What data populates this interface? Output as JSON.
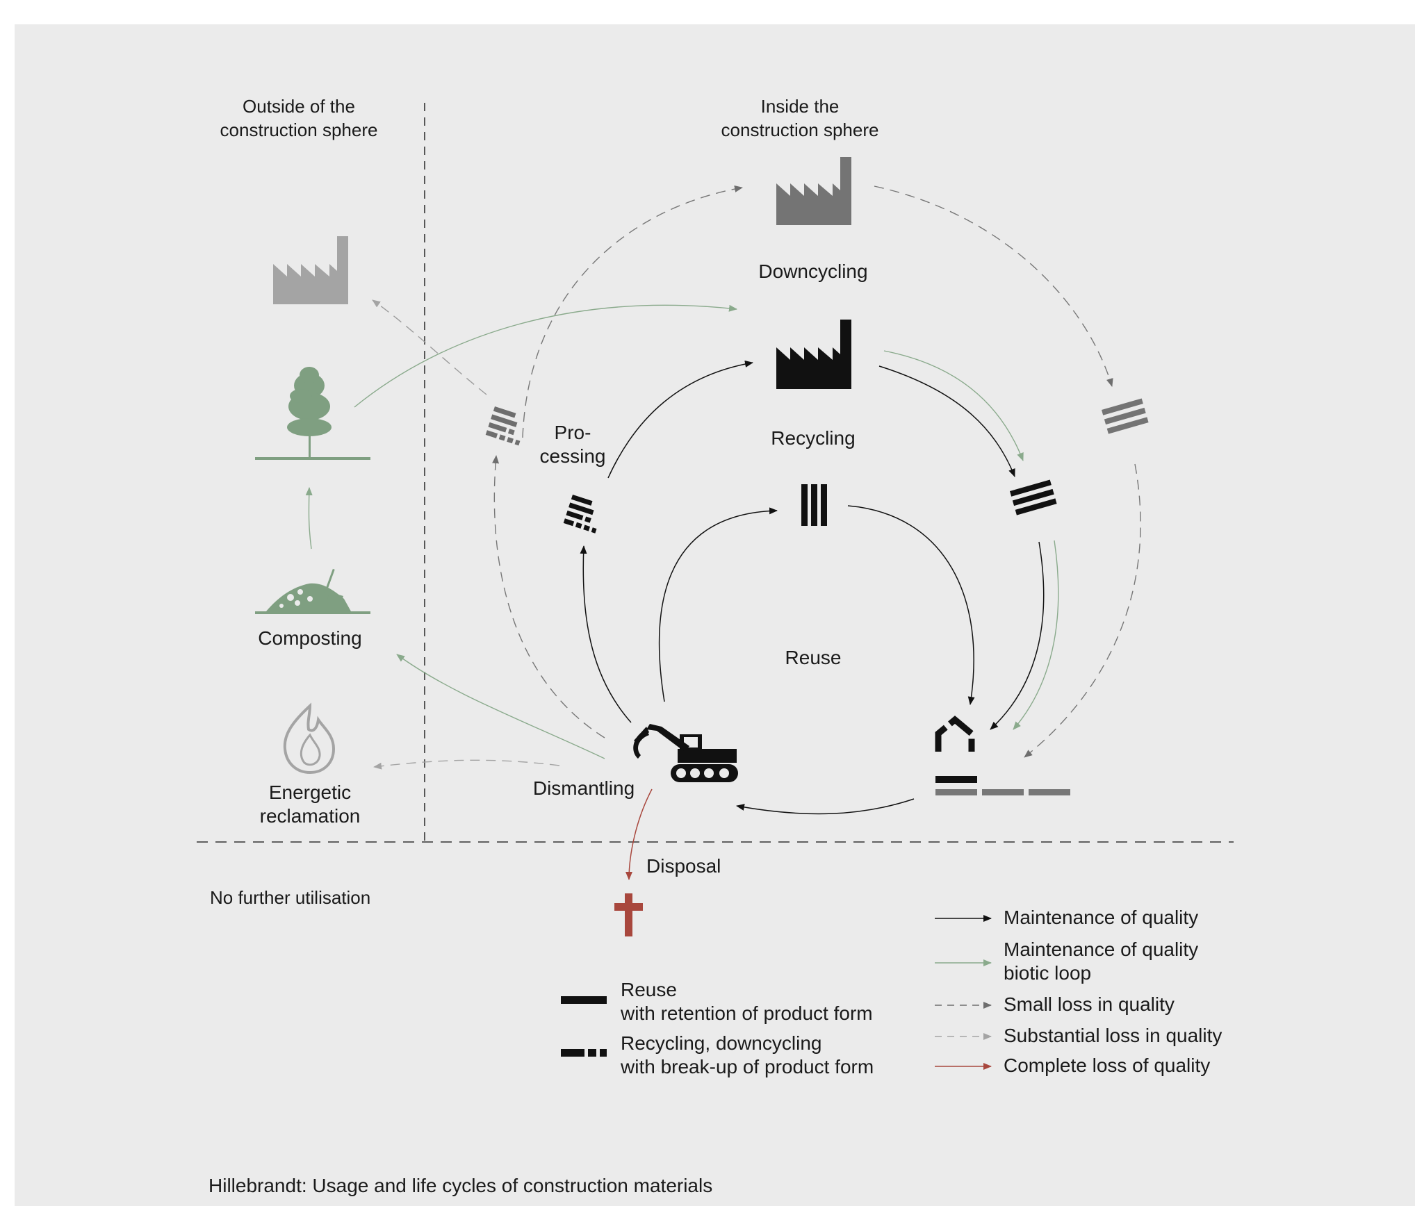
{
  "headers": {
    "outside": [
      "Outside of the",
      "construction sphere"
    ],
    "inside": [
      "Inside the",
      "construction sphere"
    ],
    "no_further": "No further utilisation"
  },
  "labels": {
    "downcycling": "Downcycling",
    "recycling": "Recycling",
    "reuse": "Reuse",
    "processing": [
      "Pro-",
      "cessing"
    ],
    "composting": "Composting",
    "energetic": [
      "Energetic",
      "reclamation"
    ],
    "dismantling": "Dismantling",
    "disposal": "Disposal"
  },
  "legend_forms": [
    {
      "line1": "Reuse",
      "line2": "with retention of product form",
      "icon": "solid-bar-icon"
    },
    {
      "line1": "Recycling, downcycling",
      "line2": "with break-up of product form",
      "icon": "broken-bar-icon"
    }
  ],
  "legend_arrows": [
    {
      "lines": [
        "Maintenance of quality"
      ],
      "color": "#1a1a1a",
      "style": "solid"
    },
    {
      "lines": [
        "Maintenance of quality",
        "biotic loop"
      ],
      "color": "#8aaa8c",
      "style": "solid"
    },
    {
      "lines": [
        "Small loss in quality"
      ],
      "color": "#6e6e6e",
      "style": "dashed"
    },
    {
      "lines": [
        "Substantial loss in quality"
      ],
      "color": "#9a9a9a",
      "style": "dashed"
    },
    {
      "lines": [
        "Complete loss of quality"
      ],
      "color": "#a8473d",
      "style": "solid"
    }
  ],
  "caption": "Hillebrandt: Usage and life cycles of construction materials",
  "colors": {
    "black": "#111111",
    "dark_gray": "#747474",
    "light_gray": "#a4a4a4",
    "green": "#7f9f81",
    "red": "#a8473d",
    "background": "#ebebeb"
  }
}
